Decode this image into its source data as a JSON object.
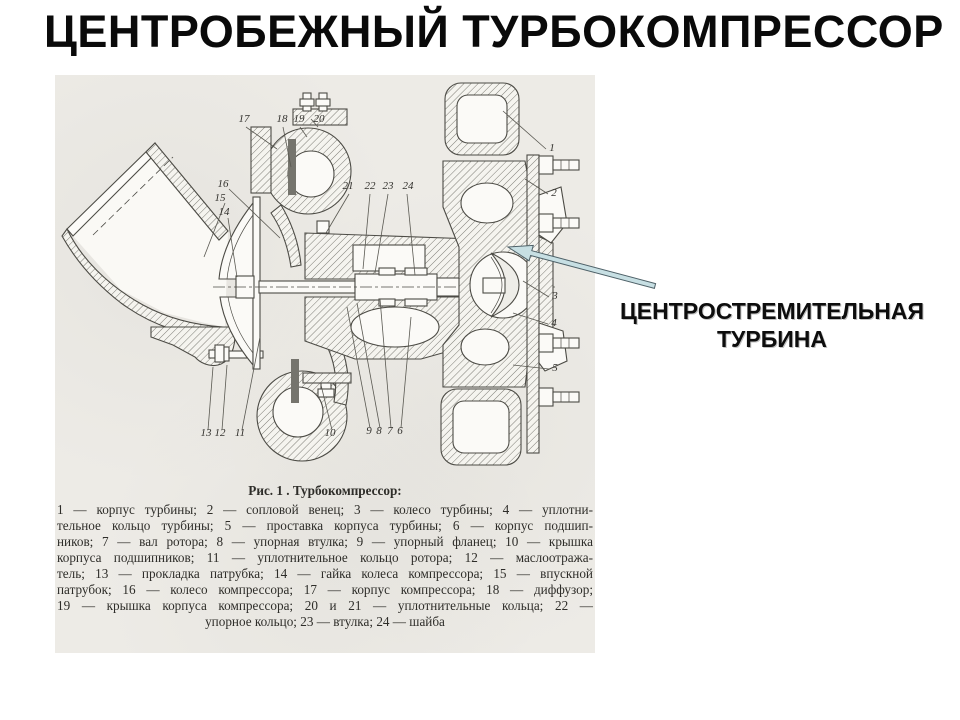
{
  "slide": {
    "title": "ЦЕНТРОБЕЖНЫЙ ТУРБОКОМПРЕССОР"
  },
  "callout": {
    "line1": "ЦЕНТРОСТРЕМИТЕЛЬНАЯ",
    "line2": "ТУРБИНА"
  },
  "figure": {
    "caption": {
      "header": "Рис. 1 . Турбокомпрессор:",
      "lines": [
        "1 — корпус турбины; 2 — сопловой венец; 3 — колесо турбины; 4 — уплотни-",
        "тельное кольцо турбины; 5 — проставка корпуса турбины; 6 — корпус подшип-",
        "ников; 7 — вал ротора; 8 — упорная втулка; 9 — упорный фланец; 10 — крышка",
        "корпуса подшипников; 11 — уплотнительное кольцо ротора; 12 — маслоотража-",
        "тель; 13 — прокладка патрубка; 14 — гайка колеса компрессора; 15 — впускной",
        "патрубок; 16 — колесо компрессора; 17 — корпус компрессора; 18 — диффузор;",
        "19 — крышка корпуса компрессора; 20 и 21 — уплотнительные кольца; 22 —",
        "упорное кольцо; 23 — втулка; 24 — шайба"
      ]
    },
    "labels": [
      "17",
      "18",
      "19",
      "20",
      "16",
      "15",
      "14",
      "21",
      "22",
      "23",
      "24",
      "1",
      "2",
      "3",
      "4",
      "5",
      "13",
      "12",
      "11",
      "10",
      "9",
      "8",
      "7",
      "6"
    ]
  },
  "colors": {
    "paper": "#edebe6",
    "ink": "#4c4b45",
    "arrow_fill": "#c7dfe3",
    "arrow_stroke": "#4e6168"
  }
}
